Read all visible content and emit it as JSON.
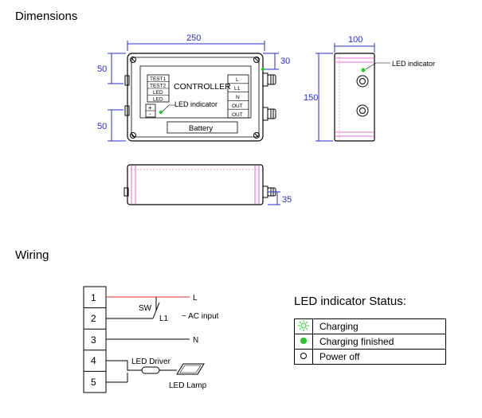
{
  "headings": {
    "dimensions": "Dimensions",
    "wiring": "Wiring"
  },
  "front_view": {
    "width": "250",
    "left_top": "50",
    "left_bottom": "50",
    "right_top": "30",
    "title": "CONTROLLER",
    "left_terminals": [
      "TEST1",
      "TEST2",
      "LED",
      "LED"
    ],
    "right_terminals": [
      "L",
      "L1",
      "N",
      "OUT",
      "OUT"
    ],
    "led_label": "LED indicator",
    "battery": "Battery",
    "polarity_plus": "+",
    "polarity_minus": "-"
  },
  "side_view": {
    "width": "100",
    "height": "150",
    "led_label": "LED indicator"
  },
  "bottom_view": {
    "height": "35"
  },
  "wiring": {
    "terminals": [
      "1",
      "2",
      "3",
      "4",
      "5"
    ],
    "label_L": "L",
    "label_L1": "L1",
    "label_N": "N",
    "label_sw": "SW",
    "ac_input": "~ AC input",
    "led_driver": "LED Driver",
    "led_lamp": "LED Lamp"
  },
  "led_status": {
    "title": "LED indicator Status:",
    "rows": [
      {
        "icon": "blinking-green-icon",
        "label": "Charging"
      },
      {
        "icon": "solid-green-icon",
        "label": "Charging finished"
      },
      {
        "icon": "off-circle-icon",
        "label": "Power off"
      }
    ]
  },
  "colors": {
    "dimension": "#2b2bd6",
    "led_green": "#22cc22",
    "accent_pink": "#e040c8",
    "live_wire": "#e03030"
  }
}
